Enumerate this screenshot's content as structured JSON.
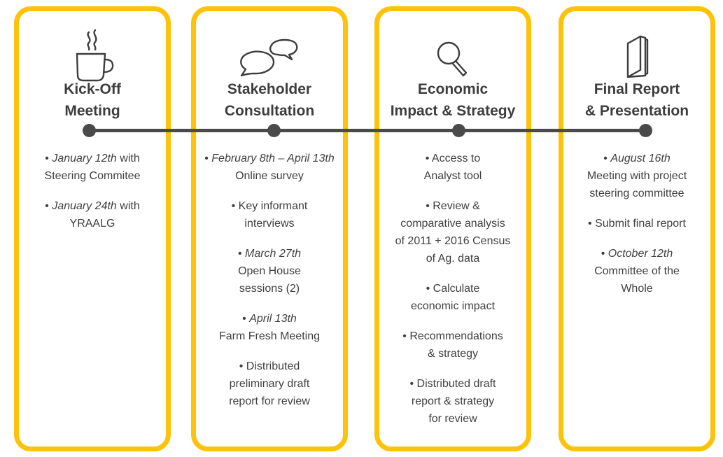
{
  "colors": {
    "frame_accent": "#FDC20A",
    "timeline": "#4a4a4a",
    "text": "#404040"
  },
  "phases": [
    {
      "icon": "coffee-cup-icon",
      "title": "Kick-Off\nMeeting",
      "items": [
        {
          "bullet": "• ",
          "date": "January 12th",
          "text": " with\nSteering Commitee"
        },
        {
          "bullet": "• ",
          "date": "January 24th",
          "text": " with\nYRAALG"
        }
      ]
    },
    {
      "icon": "speech-bubbles-icon",
      "title": "Stakeholder\nConsultation",
      "items": [
        {
          "bullet": "• ",
          "date": "February 8th\n– April 13th",
          "text": "\nOnline survey"
        },
        {
          "bullet": "• ",
          "date": "",
          "text": "Key informant\ninterviews"
        },
        {
          "bullet": "• ",
          "date": "March 27th",
          "text": "\nOpen House\nsessions (2)"
        },
        {
          "bullet": "• ",
          "date": "April 13th",
          "text": "\nFarm Fresh Meeting"
        },
        {
          "bullet": "• ",
          "date": "",
          "text": "Distributed\npreliminary draft\nreport for review"
        }
      ]
    },
    {
      "icon": "magnifying-glass-icon",
      "title": "Economic\nImpact & Strategy",
      "items": [
        {
          "bullet": "• ",
          "date": "",
          "text": "Access to\nAnalyst tool"
        },
        {
          "bullet": "• ",
          "date": "",
          "text": "Review &\ncomparative analysis\nof 2011 + 2016 Census\nof Ag. data"
        },
        {
          "bullet": "• ",
          "date": "",
          "text": "Calculate\neconomic impact"
        },
        {
          "bullet": "• ",
          "date": "",
          "text": "Recommendations\n& strategy"
        },
        {
          "bullet": "• ",
          "date": "",
          "text": "Distributed draft\nreport & strategy\nfor review"
        }
      ]
    },
    {
      "icon": "report-booklet-icon",
      "title": "Final Report\n& Presentation",
      "items": [
        {
          "bullet": "• ",
          "date": "August 16th",
          "text": "\nMeeting with project\nsteering committee"
        },
        {
          "bullet": "• ",
          "date": "",
          "text": "Submit final report"
        },
        {
          "bullet": "• ",
          "date": "October 12th",
          "text": "\nCommittee of the\nWhole"
        }
      ]
    }
  ]
}
